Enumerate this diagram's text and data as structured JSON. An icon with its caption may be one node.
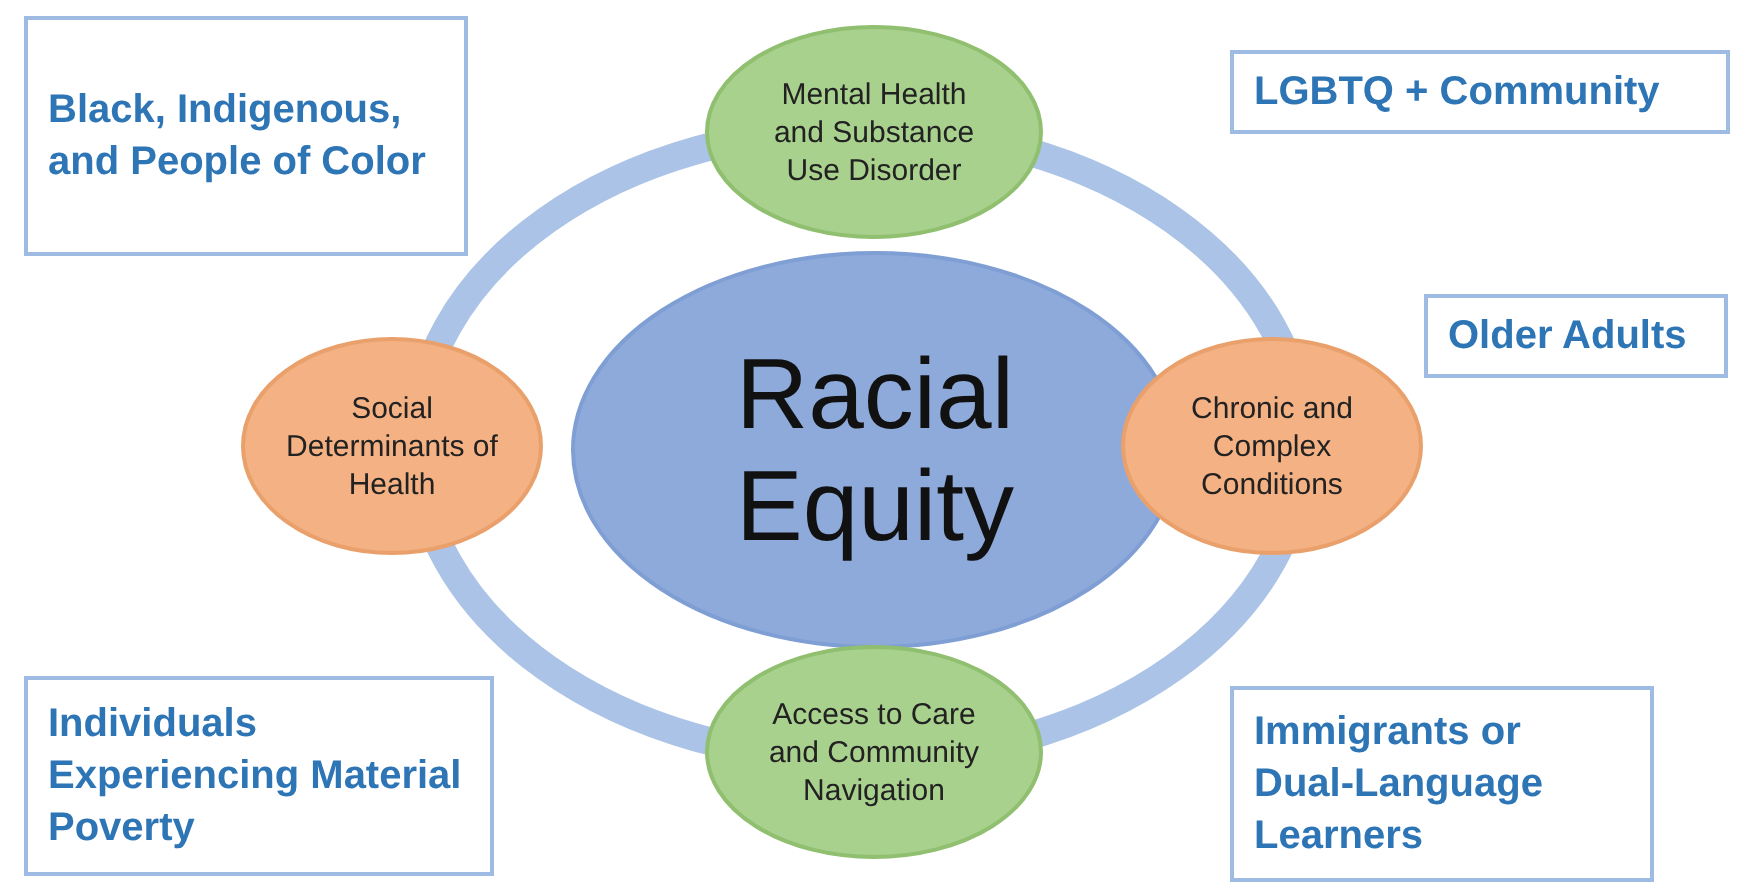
{
  "diagram": {
    "nodes": [
      {
        "text": [
          "Black, Indigenous, and People of Color"
        ]
      },
      {
        "text": [
          "Mental Health and Substance Use Disorder"
        ]
      },
      {
        "text": [
          "LGBTQ + Community"
        ]
      },
      {
        "text": [
          "Older Adults"
        ]
      },
      {
        "text": [
          "Social Determinants of Health"
        ]
      },
      {
        "text": [
          "Racial Equity"
        ]
      },
      {
        "text": [
          "Chronic and Complex Conditions"
        ]
      },
      {
        "text": [
          "Individuals Experiencing Material Poverty"
        ]
      },
      {
        "text": [
          "Access to Care and Community Navigation"
        ]
      },
      {
        "text": [
          "Immigrants or Dual-Language Learners"
        ]
      }
    ]
  }
}
